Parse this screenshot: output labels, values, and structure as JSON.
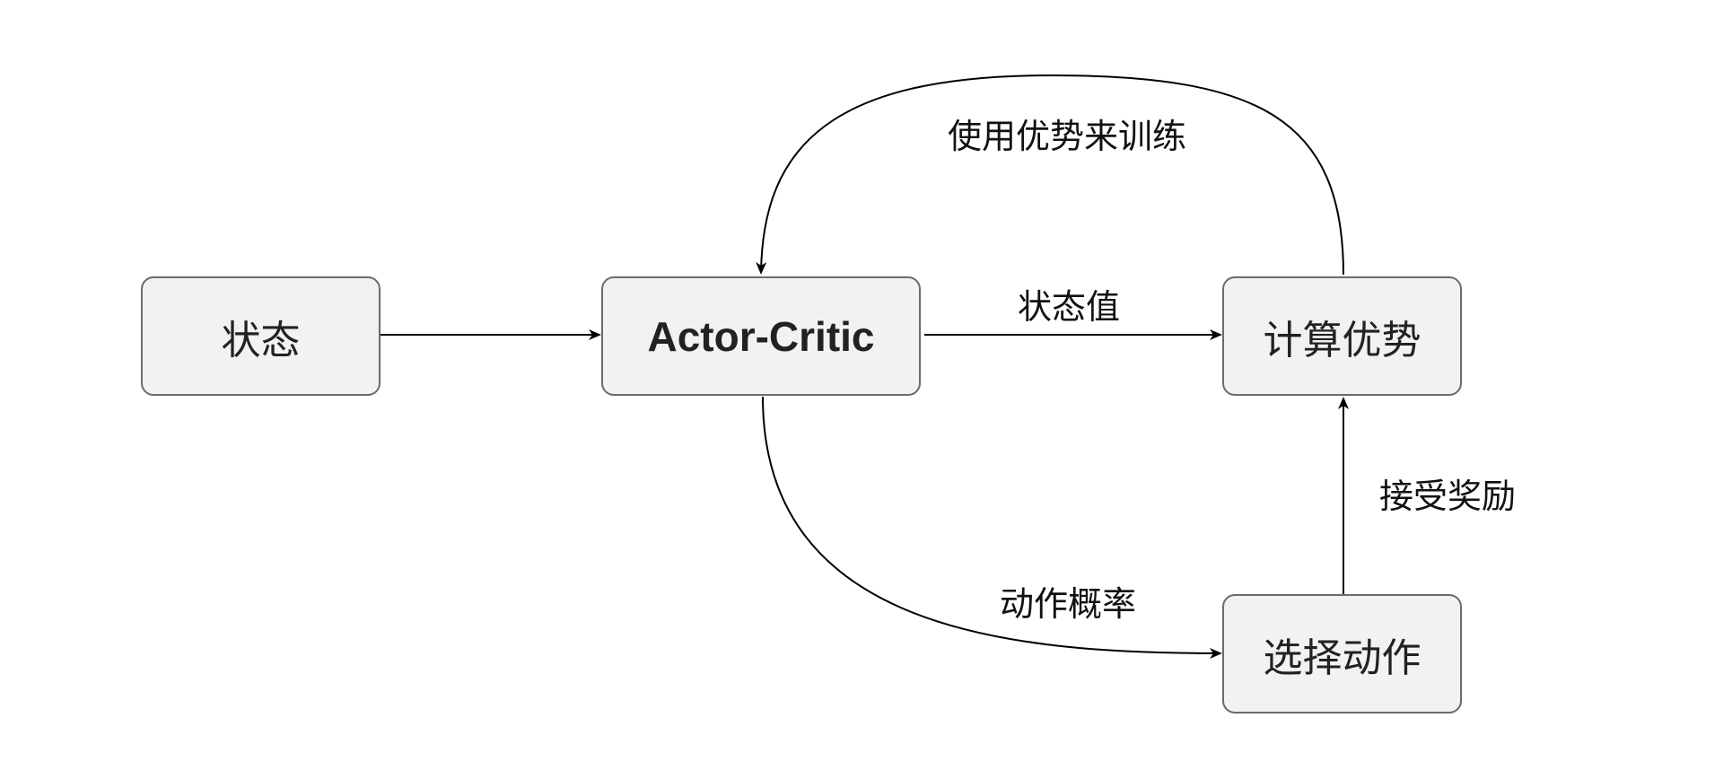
{
  "nodes": {
    "state": "状态",
    "actor_critic": "Actor-Critic",
    "compute_advantage": "计算优势",
    "select_action": "选择动作"
  },
  "edge_labels": {
    "state_value": "状态值",
    "action_probability": "动作概率",
    "receive_reward": "接受奖励",
    "train_with_advantage": "使用优势来训练"
  },
  "colors": {
    "node_fill": "#f2f2f2",
    "node_border": "#6b6b6b",
    "edge": "#000000"
  }
}
